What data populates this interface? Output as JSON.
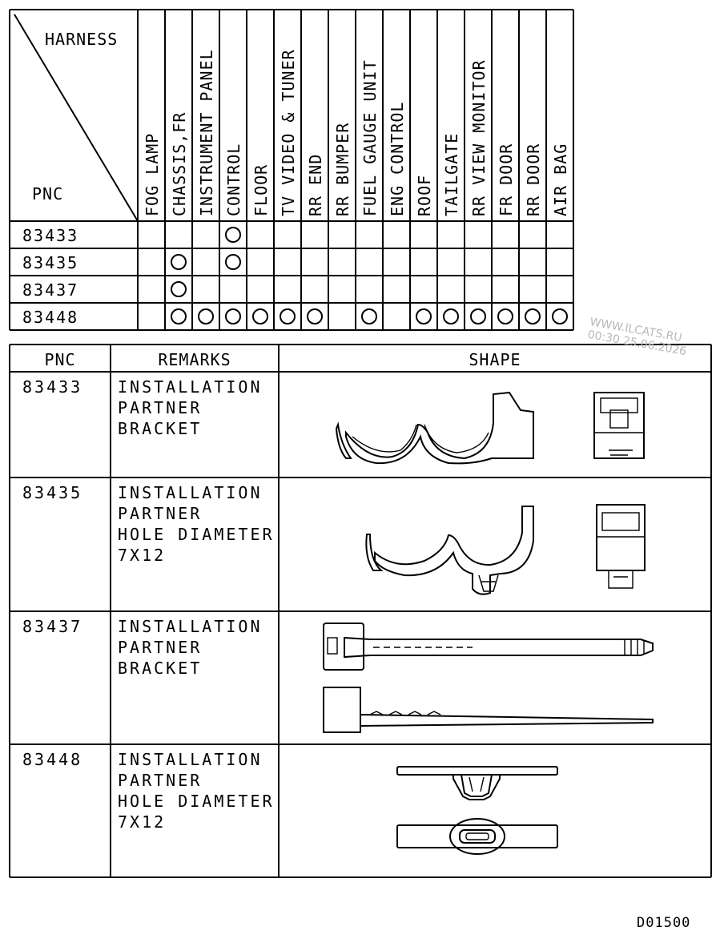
{
  "matrix": {
    "corner": {
      "harness_label": "HARNESS",
      "pnc_label": "PNC"
    },
    "harness_columns": [
      "FOG LAMP",
      "CHASSIS,FR",
      "INSTRUMENT PANEL",
      "CONTROL",
      "FLOOR",
      "TV VIDEO & TUNER",
      "RR END",
      "RR BUMPER",
      "FUEL GAUGE UNIT",
      "ENG CONTROL",
      "ROOF",
      "TAILGATE",
      "RR VIEW MONITOR",
      "FR DOOR",
      "RR DOOR",
      "AIR BAG"
    ],
    "rows": [
      {
        "pnc": "83433",
        "marks": [
          "CONTROL"
        ]
      },
      {
        "pnc": "83435",
        "marks": [
          "CHASSIS,FR",
          "CONTROL"
        ]
      },
      {
        "pnc": "83437",
        "marks": [
          "CHASSIS,FR"
        ]
      },
      {
        "pnc": "83448",
        "marks": [
          "CHASSIS,FR",
          "INSTRUMENT PANEL",
          "CONTROL",
          "FLOOR",
          "TV VIDEO & TUNER",
          "RR END",
          "FUEL GAUGE UNIT",
          "ROOF",
          "TAILGATE",
          "RR VIEW MONITOR",
          "FR DOOR",
          "RR DOOR",
          "AIR BAG"
        ]
      }
    ]
  },
  "detail": {
    "headers": {
      "pnc": "PNC",
      "remarks": "REMARKS",
      "shape": "SHAPE"
    },
    "rows": [
      {
        "pnc": "83433",
        "remarks": "INSTALLATION\nPARTNER\nBRACKET",
        "shape_icon": "double-clamp-bracket-icon"
      },
      {
        "pnc": "83435",
        "remarks": "INSTALLATION\nPARTNER\nHOLE DIAMETER\n7X12",
        "shape_icon": "double-clamp-clip-icon"
      },
      {
        "pnc": "83437",
        "remarks": "INSTALLATION\nPARTNER\nBRACKET",
        "shape_icon": "cable-tie-bracket-icon"
      },
      {
        "pnc": "83448",
        "remarks": "INSTALLATION\nPARTNER\nHOLE DIAMETER\n7X12",
        "shape_icon": "flat-clip-icon"
      }
    ]
  },
  "watermark": {
    "line1": "WWW.ILCATS.RU",
    "line2": "00:30 25.06.2026"
  },
  "document_code": "D01500"
}
